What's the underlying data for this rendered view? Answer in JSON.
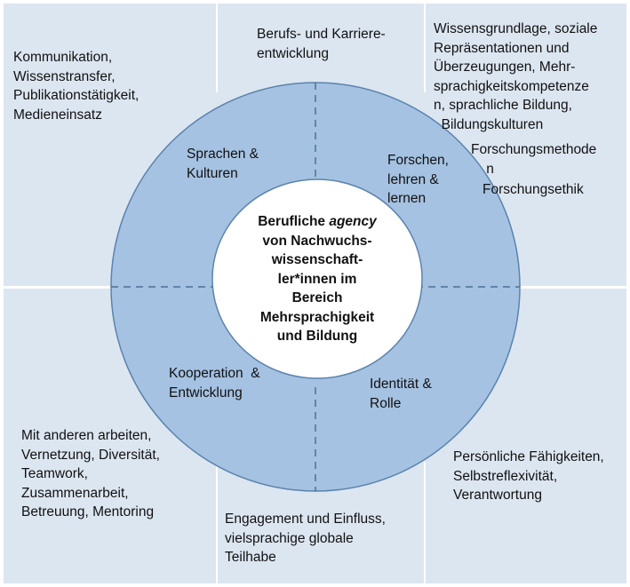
{
  "colors": {
    "background_panels": "#dce6f1",
    "ring": "#a5c2e2",
    "ring_stroke": "#5b83ad",
    "center": "#ffffff"
  },
  "center_text": {
    "line1_prefix": "Berufliche ",
    "line1_italic": "agency",
    "rest": "von Nachwuchs-\nwissenschaft-\nler*innen im\nBereich\nMehrsprachigkeit\nund Bildung"
  },
  "ring_labels": {
    "sprachen": "Sprachen &\nKulturen",
    "forschen": "Forschen,\nlehren &\nlernen",
    "kooperation": "Kooperation  &\nEntwicklung",
    "identitaet": "Identität &\nRolle"
  },
  "outer_labels": {
    "kommunikation": "Kommunikation,\nWissenstransfer,\nPublikationstätigkeit,\nMedieneinsatz",
    "beruf": "Berufs- und Karriere-\nentwicklung",
    "wissen": "Wissensgrundlage, soziale\nRepräsentationen und\nÜberzeugungen, Mehr-\nsprachigkeitskompetenze\nn, sprachliche Bildung,\n  Bildungskulturen",
    "methode": "Forschungsmethode\n    n",
    "ethik": "Forschungsethik",
    "arbeiten": "Mit anderen arbeiten,\nVernetzung, Diversität,\nTeamwork,\nZusammenarbeit,\nBetreuung, Mentoring",
    "engagement": "Engagement und Einfluss,\nvielsprachige globale\nTeilhabe",
    "persoenlich": "Persönliche Fähigkeiten,\nSelbstreflexivität,\nVerantwortung"
  }
}
